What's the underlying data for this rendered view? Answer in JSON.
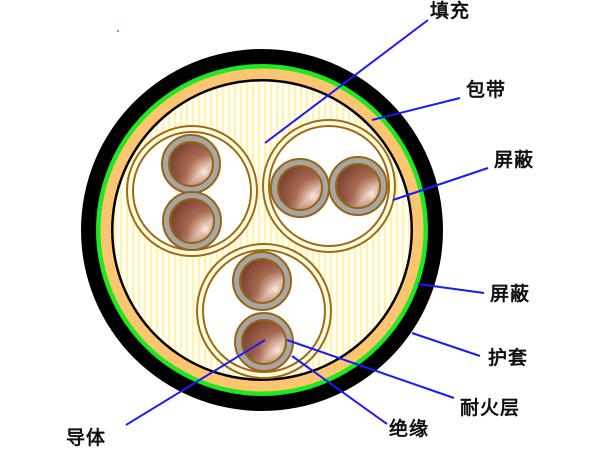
{
  "diagram": {
    "type": "cable-cross-section",
    "colors": {
      "jacket": "#000000",
      "outer_shield": "#1ee81e",
      "tape": "#fcc670",
      "filler_bg": "#fffde8",
      "filler_stripe": "#fff4b0",
      "group_ring": "#a06a10",
      "group_ring_fill": "#fffbe0",
      "insulation": "#a6a6a6",
      "insulation_edge": "#9a6410",
      "copper_dark": "#7a4030",
      "copper_light": "#f4e0d0",
      "leader_line": "#1a1aff"
    },
    "labels": {
      "filler": "填充",
      "tape": "包带",
      "shield_inner": "屏蔽",
      "shield_outer": "屏蔽",
      "sheath": "护套",
      "fire_resistant_layer": "耐火层",
      "insulation": "绝缘",
      "conductor": "导体"
    }
  }
}
